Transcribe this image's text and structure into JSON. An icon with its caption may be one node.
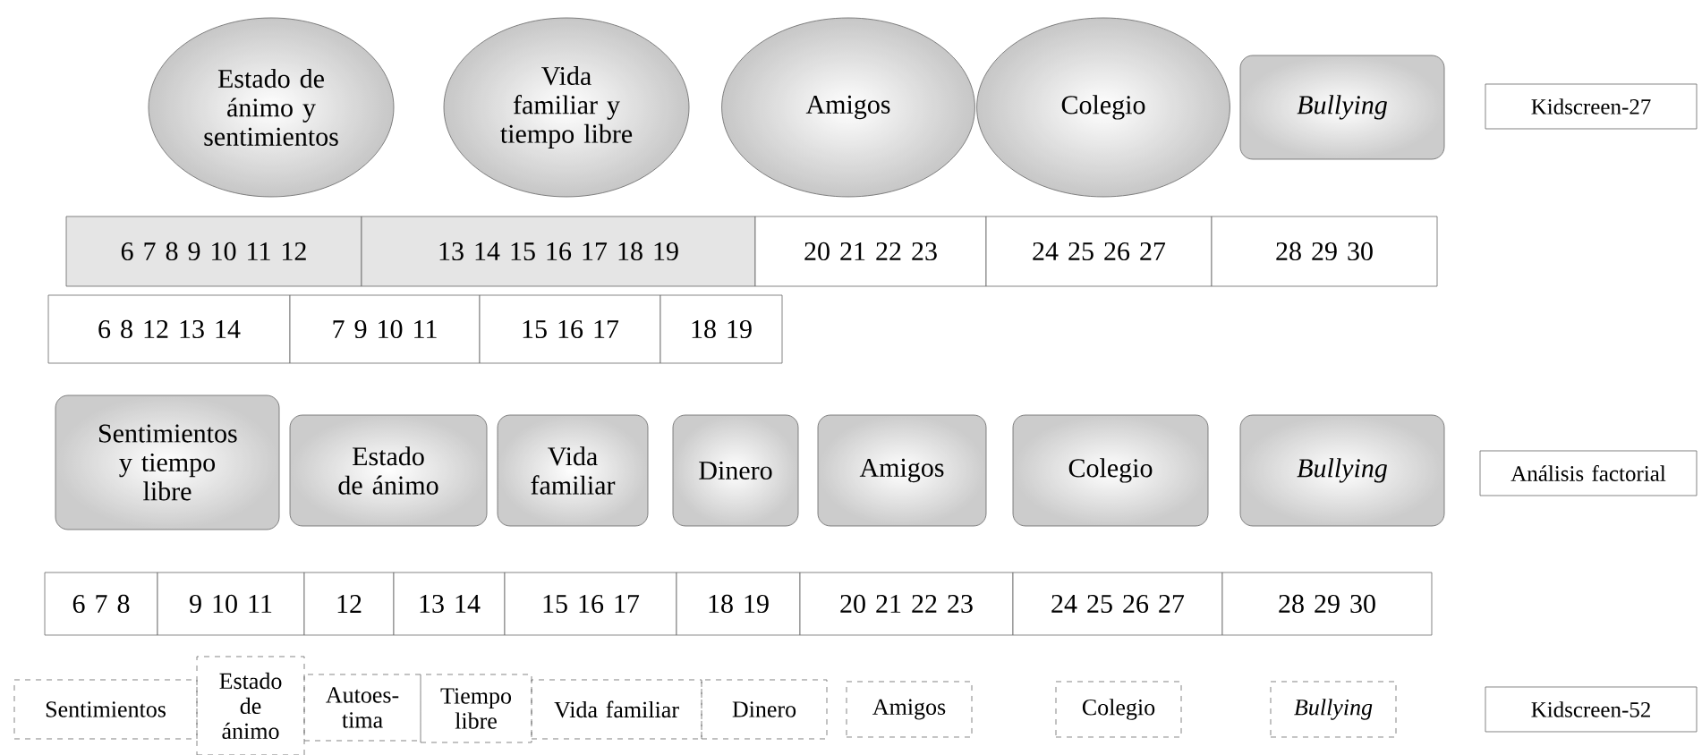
{
  "diagram": {
    "nodes": [
      {
        "text": [
          "Estado de ánimo y sentimientos"
        ]
      },
      {
        "text": [
          "Vida familiar y tiempo libre"
        ]
      },
      {
        "text": [
          "Amigos"
        ]
      },
      {
        "text": [
          "Colegio"
        ]
      },
      {
        "text": [
          "Bullying"
        ]
      },
      {
        "text": [
          "Kidscreen-27"
        ]
      },
      {
        "text": [
          "6 7 8 9 10 11 12"
        ]
      },
      {
        "text": [
          "13 14 15 16 17 18 19"
        ]
      },
      {
        "text": [
          "20 21 22 23"
        ]
      },
      {
        "text": [
          "24 25 26 27"
        ]
      },
      {
        "text": [
          "28 29 30"
        ]
      },
      {
        "text": [
          "6 8 12 13 14"
        ]
      },
      {
        "text": [
          "7 9 10 11"
        ]
      },
      {
        "text": [
          "15 16 17"
        ]
      },
      {
        "text": [
          "18 19"
        ]
      },
      {
        "text": [
          "Sentimientos y tiempo libre"
        ]
      },
      {
        "text": [
          "Estado de ánimo"
        ]
      },
      {
        "text": [
          "Vida familiar"
        ]
      },
      {
        "text": [
          "Dinero"
        ]
      },
      {
        "text": [
          "Amigos"
        ]
      },
      {
        "text": [
          "Colegio"
        ]
      },
      {
        "text": [
          "Bullying"
        ]
      },
      {
        "text": [
          "Análisis factorial"
        ]
      },
      {
        "text": [
          "6 7 8"
        ]
      },
      {
        "text": [
          "9 10 11"
        ]
      },
      {
        "text": [
          "12"
        ]
      },
      {
        "text": [
          "13 14"
        ]
      },
      {
        "text": [
          "15 16 17"
        ]
      },
      {
        "text": [
          "18 19"
        ]
      },
      {
        "text": [
          "20 21 22 23"
        ]
      },
      {
        "text": [
          "24 25 26 27"
        ]
      },
      {
        "text": [
          "28 29 30"
        ]
      },
      {
        "text": [
          "Sentimientos"
        ]
      },
      {
        "text": [
          "Estado de ánimo"
        ]
      },
      {
        "text": [
          "Autoes- tima"
        ]
      },
      {
        "text": [
          "Tiempo libre"
        ]
      },
      {
        "text": [
          "Vida familiar"
        ]
      },
      {
        "text": [
          "Dinero"
        ]
      },
      {
        "text": [
          "Amigos"
        ]
      },
      {
        "text": [
          "Colegio"
        ]
      },
      {
        "text": [
          "Bullying"
        ]
      },
      {
        "text": [
          "Kidscreen-52"
        ]
      }
    ]
  }
}
